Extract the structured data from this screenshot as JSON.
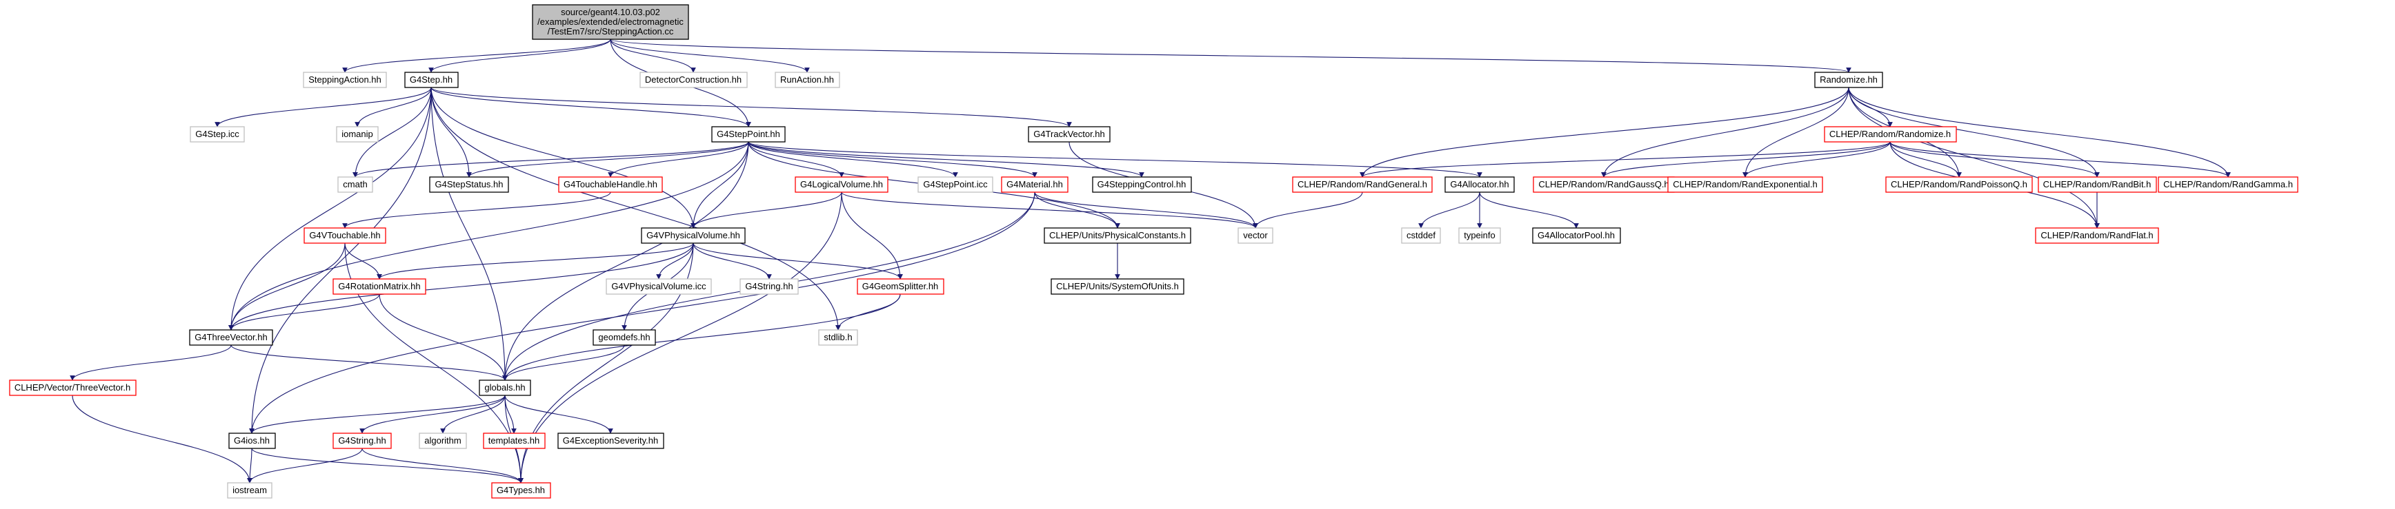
{
  "nodes": [
    {
      "id": "root",
      "lines": [
        "source/geant4.10.03.p02",
        "/examples/extended/electromagnetic",
        "/TestEm7/src/SteppingAction.cc"
      ],
      "style": "root"
    },
    {
      "id": "steppingaction_hh",
      "lines": [
        "SteppingAction.hh"
      ],
      "style": "gray"
    },
    {
      "id": "g4step_hh",
      "lines": [
        "G4Step.hh"
      ],
      "style": "black"
    },
    {
      "id": "detectorconstruction_hh",
      "lines": [
        "DetectorConstruction.hh"
      ],
      "style": "gray"
    },
    {
      "id": "runaction_hh",
      "lines": [
        "RunAction.hh"
      ],
      "style": "gray"
    },
    {
      "id": "randomize_hh",
      "lines": [
        "Randomize.hh"
      ],
      "style": "black"
    },
    {
      "id": "g4step_icc",
      "lines": [
        "G4Step.icc"
      ],
      "style": "gray"
    },
    {
      "id": "iomanip",
      "lines": [
        "iomanip"
      ],
      "style": "gray"
    },
    {
      "id": "g4steppoint_hh",
      "lines": [
        "G4StepPoint.hh"
      ],
      "style": "black"
    },
    {
      "id": "g4trackvector_hh",
      "lines": [
        "G4TrackVector.hh"
      ],
      "style": "black"
    },
    {
      "id": "clhep_randomize_h",
      "lines": [
        "CLHEP/Random/Randomize.h"
      ],
      "style": "red"
    },
    {
      "id": "cmath",
      "lines": [
        "cmath"
      ],
      "style": "gray"
    },
    {
      "id": "g4stepstatus_hh",
      "lines": [
        "G4StepStatus.hh"
      ],
      "style": "black"
    },
    {
      "id": "g4touchablehandle_hh",
      "lines": [
        "G4TouchableHandle.hh"
      ],
      "style": "red"
    },
    {
      "id": "g4logicalvolume_hh",
      "lines": [
        "G4LogicalVolume.hh"
      ],
      "style": "red"
    },
    {
      "id": "g4steppoint_icc",
      "lines": [
        "G4StepPoint.icc"
      ],
      "style": "gray"
    },
    {
      "id": "g4material_hh",
      "lines": [
        "G4Material.hh"
      ],
      "style": "red"
    },
    {
      "id": "g4steppingcontrol_hh",
      "lines": [
        "G4SteppingControl.hh"
      ],
      "style": "black"
    },
    {
      "id": "randgeneral_h",
      "lines": [
        "CLHEP/Random/RandGeneral.h"
      ],
      "style": "red"
    },
    {
      "id": "g4allocator_hh",
      "lines": [
        "G4Allocator.hh"
      ],
      "style": "black"
    },
    {
      "id": "randgaussq_h",
      "lines": [
        "CLHEP/Random/RandGaussQ.h"
      ],
      "style": "red"
    },
    {
      "id": "randexponential_h",
      "lines": [
        "CLHEP/Random/RandExponential.h"
      ],
      "style": "red"
    },
    {
      "id": "randpoissonq_h",
      "lines": [
        "CLHEP/Random/RandPoissonQ.h"
      ],
      "style": "red"
    },
    {
      "id": "randbit_h",
      "lines": [
        "CLHEP/Random/RandBit.h"
      ],
      "style": "red"
    },
    {
      "id": "randgamma_h",
      "lines": [
        "CLHEP/Random/RandGamma.h"
      ],
      "style": "red"
    },
    {
      "id": "g4vtouchable_hh",
      "lines": [
        "G4VTouchable.hh"
      ],
      "style": "red"
    },
    {
      "id": "g4vphysicalvolume_hh",
      "lines": [
        "G4VPhysicalVolume.hh"
      ],
      "style": "black"
    },
    {
      "id": "vector",
      "lines": [
        "vector"
      ],
      "style": "gray"
    },
    {
      "id": "physicalconstants_h",
      "lines": [
        "CLHEP/Units/PhysicalConstants.h"
      ],
      "style": "black"
    },
    {
      "id": "cstddef",
      "lines": [
        "cstddef"
      ],
      "style": "gray"
    },
    {
      "id": "typeinfo",
      "lines": [
        "typeinfo"
      ],
      "style": "gray"
    },
    {
      "id": "g4allocatorpool_hh",
      "lines": [
        "G4AllocatorPool.hh"
      ],
      "style": "black"
    },
    {
      "id": "randflat_h",
      "lines": [
        "CLHEP/Random/RandFlat.h"
      ],
      "style": "red"
    },
    {
      "id": "g4rotationmatrix_hh",
      "lines": [
        "G4RotationMatrix.hh"
      ],
      "style": "red"
    },
    {
      "id": "g4vphysicalvolume_icc",
      "lines": [
        "G4VPhysicalVolume.icc"
      ],
      "style": "gray"
    },
    {
      "id": "g4string_hh_gray",
      "lines": [
        "G4String.hh"
      ],
      "style": "gray"
    },
    {
      "id": "g4geomsplitter_hh",
      "lines": [
        "G4GeomSplitter.hh"
      ],
      "style": "red"
    },
    {
      "id": "systemofunits_h",
      "lines": [
        "CLHEP/Units/SystemOfUnits.h"
      ],
      "style": "black"
    },
    {
      "id": "g4threevector_hh",
      "lines": [
        "G4ThreeVector.hh"
      ],
      "style": "black"
    },
    {
      "id": "geomdefs_hh",
      "lines": [
        "geomdefs.hh"
      ],
      "style": "black"
    },
    {
      "id": "stdlib_h",
      "lines": [
        "stdlib.h"
      ],
      "style": "gray"
    },
    {
      "id": "threevector_h",
      "lines": [
        "CLHEP/Vector/ThreeVector.h"
      ],
      "style": "red"
    },
    {
      "id": "globals_hh",
      "lines": [
        "globals.hh"
      ],
      "style": "black"
    },
    {
      "id": "g4ios_hh",
      "lines": [
        "G4ios.hh"
      ],
      "style": "black"
    },
    {
      "id": "g4string_hh",
      "lines": [
        "G4String.hh"
      ],
      "style": "red"
    },
    {
      "id": "algorithm",
      "lines": [
        "algorithm"
      ],
      "style": "gray"
    },
    {
      "id": "templates_hh",
      "lines": [
        "templates.hh"
      ],
      "style": "red"
    },
    {
      "id": "g4exceptionseverity_hh",
      "lines": [
        "G4ExceptionSeverity.hh"
      ],
      "style": "black"
    },
    {
      "id": "iostream",
      "lines": [
        "iostream"
      ],
      "style": "gray"
    },
    {
      "id": "g4types_hh",
      "lines": [
        "G4Types.hh"
      ],
      "style": "red"
    }
  ],
  "edges": [
    [
      "root",
      "steppingaction_hh"
    ],
    [
      "root",
      "g4step_hh"
    ],
    [
      "root",
      "detectorconstruction_hh"
    ],
    [
      "root",
      "runaction_hh"
    ],
    [
      "root",
      "randomize_hh"
    ],
    [
      "root",
      "g4steppoint_hh"
    ],
    [
      "g4step_hh",
      "g4step_icc"
    ],
    [
      "g4step_hh",
      "iomanip"
    ],
    [
      "g4step_hh",
      "g4steppoint_hh"
    ],
    [
      "g4step_hh",
      "g4trackvector_hh"
    ],
    [
      "g4step_hh",
      "cmath"
    ],
    [
      "g4step_hh",
      "g4stepstatus_hh"
    ],
    [
      "g4step_hh",
      "g4vphysicalvolume_hh"
    ],
    [
      "g4step_hh",
      "g4threevector_hh"
    ],
    [
      "g4step_hh",
      "globals_hh"
    ],
    [
      "g4step_hh",
      "g4ios_hh"
    ],
    [
      "g4step_hh",
      "stdlib_h"
    ],
    [
      "g4steppoint_hh",
      "cmath"
    ],
    [
      "g4steppoint_hh",
      "g4stepstatus_hh"
    ],
    [
      "g4steppoint_hh",
      "g4touchablehandle_hh"
    ],
    [
      "g4steppoint_hh",
      "g4logicalvolume_hh"
    ],
    [
      "g4steppoint_hh",
      "g4steppoint_icc"
    ],
    [
      "g4steppoint_hh",
      "g4material_hh"
    ],
    [
      "g4steppoint_hh",
      "g4steppingcontrol_hh"
    ],
    [
      "g4steppoint_hh",
      "g4allocator_hh"
    ],
    [
      "g4steppoint_hh",
      "g4vphysicalvolume_hh"
    ],
    [
      "g4steppoint_hh",
      "g4threevector_hh"
    ],
    [
      "g4steppoint_hh",
      "physicalconstants_h"
    ],
    [
      "g4steppoint_hh",
      "globals_hh"
    ],
    [
      "g4trackvector_hh",
      "vector"
    ],
    [
      "randomize_hh",
      "clhep_randomize_h"
    ],
    [
      "randomize_hh",
      "randgeneral_h"
    ],
    [
      "randomize_hh",
      "randgaussq_h"
    ],
    [
      "randomize_hh",
      "randexponential_h"
    ],
    [
      "randomize_hh",
      "randpoissonq_h"
    ],
    [
      "randomize_hh",
      "randbit_h"
    ],
    [
      "randomize_hh",
      "randgamma_h"
    ],
    [
      "randomize_hh",
      "randflat_h"
    ],
    [
      "clhep_randomize_h",
      "randgeneral_h"
    ],
    [
      "clhep_randomize_h",
      "randgaussq_h"
    ],
    [
      "clhep_randomize_h",
      "randexponential_h"
    ],
    [
      "clhep_randomize_h",
      "randpoissonq_h"
    ],
    [
      "clhep_randomize_h",
      "randbit_h"
    ],
    [
      "clhep_randomize_h",
      "randgamma_h"
    ],
    [
      "clhep_randomize_h",
      "randflat_h"
    ],
    [
      "randgeneral_h",
      "vector"
    ],
    [
      "randbit_h",
      "randflat_h"
    ],
    [
      "g4allocator_hh",
      "cstddef"
    ],
    [
      "g4allocator_hh",
      "typeinfo"
    ],
    [
      "g4allocator_hh",
      "g4allocatorpool_hh"
    ],
    [
      "g4touchablehandle_hh",
      "g4vtouchable_hh"
    ],
    [
      "g4logicalvolume_hh",
      "vector"
    ],
    [
      "g4logicalvolume_hh",
      "g4vphysicalvolume_hh"
    ],
    [
      "g4logicalvolume_hh",
      "g4geomsplitter_hh"
    ],
    [
      "g4logicalvolume_hh",
      "g4types_hh"
    ],
    [
      "g4material_hh",
      "vector"
    ],
    [
      "g4material_hh",
      "physicalconstants_h"
    ],
    [
      "g4material_hh",
      "g4ios_hh"
    ],
    [
      "g4material_hh",
      "globals_hh"
    ],
    [
      "physicalconstants_h",
      "systemofunits_h"
    ],
    [
      "g4vtouchable_hh",
      "g4rotationmatrix_hh"
    ],
    [
      "g4vtouchable_hh",
      "g4threevector_hh"
    ],
    [
      "g4vtouchable_hh",
      "g4types_hh"
    ],
    [
      "g4vphysicalvolume_hh",
      "g4vphysicalvolume_icc"
    ],
    [
      "g4vphysicalvolume_hh",
      "g4string_hh_gray"
    ],
    [
      "g4vphysicalvolume_hh",
      "g4geomsplitter_hh"
    ],
    [
      "g4vphysicalvolume_hh",
      "geomdefs_hh"
    ],
    [
      "g4vphysicalvolume_hh",
      "g4rotationmatrix_hh"
    ],
    [
      "g4vphysicalvolume_hh",
      "g4threevector_hh"
    ],
    [
      "g4vphysicalvolume_hh",
      "g4types_hh"
    ],
    [
      "g4rotationmatrix_hh",
      "g4threevector_hh"
    ],
    [
      "g4rotationmatrix_hh",
      "globals_hh"
    ],
    [
      "g4geomsplitter_hh",
      "stdlib_h"
    ],
    [
      "g4geomsplitter_hh",
      "globals_hh"
    ],
    [
      "geomdefs_hh",
      "globals_hh"
    ],
    [
      "g4threevector_hh",
      "threevector_h"
    ],
    [
      "g4threevector_hh",
      "globals_hh"
    ],
    [
      "threevector_h",
      "iostream"
    ],
    [
      "globals_hh",
      "g4ios_hh"
    ],
    [
      "globals_hh",
      "g4string_hh"
    ],
    [
      "globals_hh",
      "algorithm"
    ],
    [
      "globals_hh",
      "templates_hh"
    ],
    [
      "globals_hh",
      "g4exceptionseverity_hh"
    ],
    [
      "globals_hh",
      "g4types_hh"
    ],
    [
      "g4ios_hh",
      "iostream"
    ],
    [
      "g4ios_hh",
      "g4types_hh"
    ],
    [
      "g4string_hh",
      "iostream"
    ],
    [
      "g4string_hh",
      "g4types_hh"
    ]
  ]
}
